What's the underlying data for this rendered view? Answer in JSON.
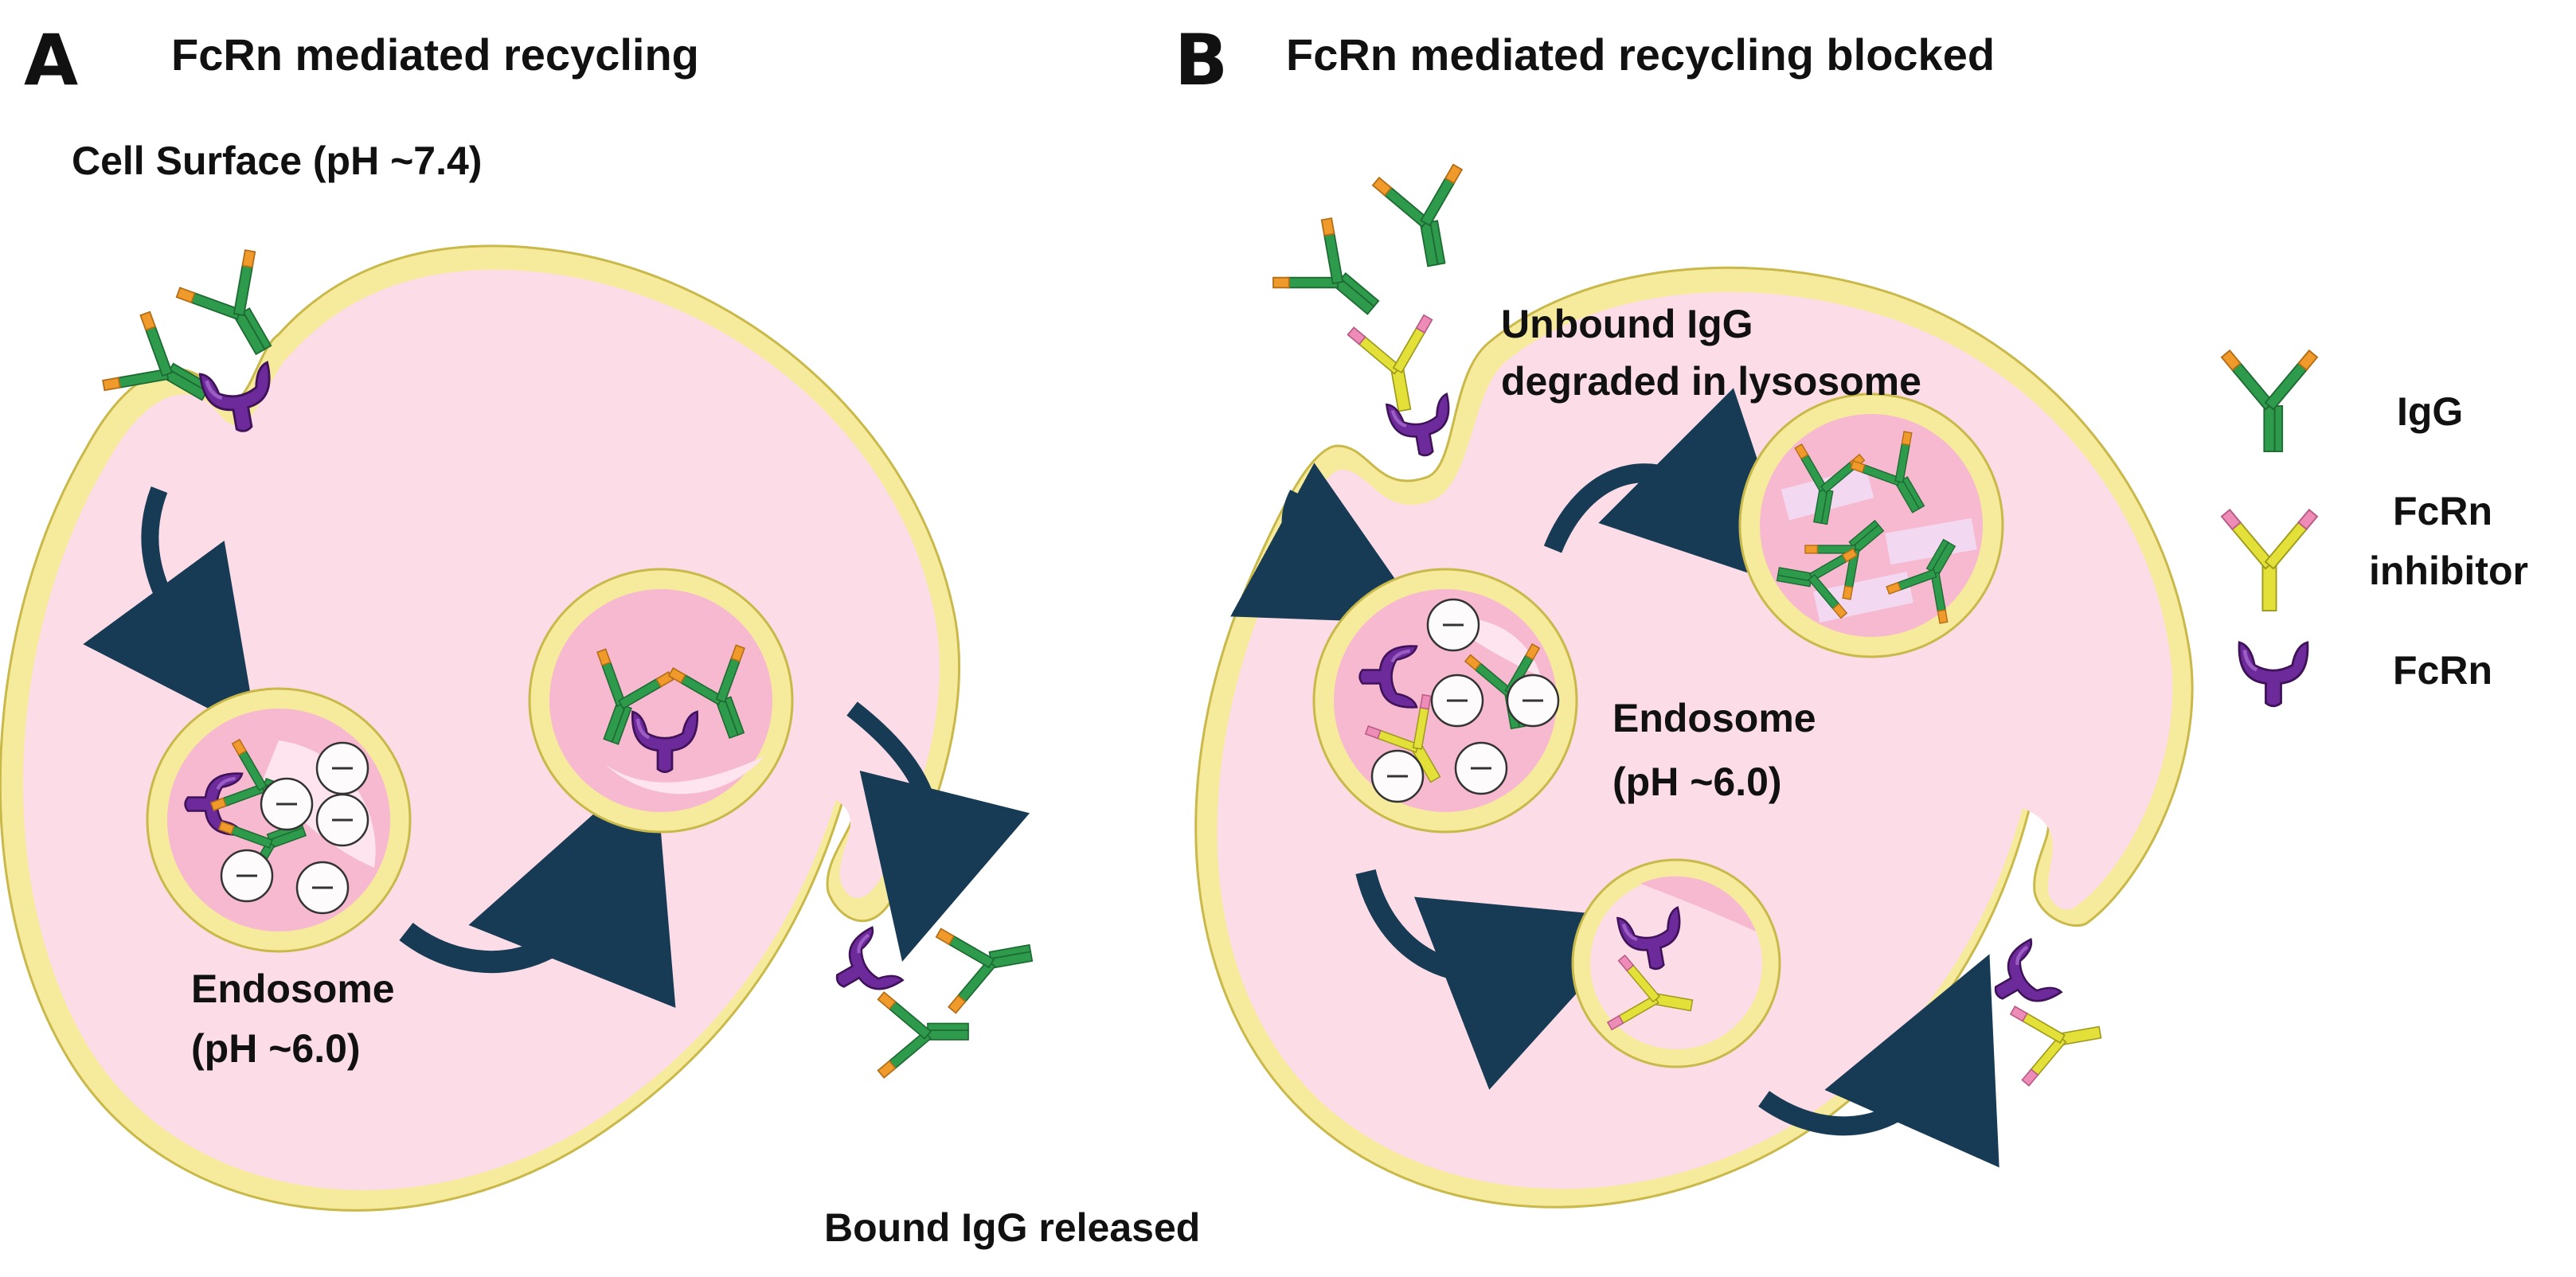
{
  "panel_a": {
    "letter": "A",
    "title": "FcRn mediated recycling",
    "cell_surface": "Cell Surface (pH ~7.4)",
    "endosome": "Endosome",
    "endosome_ph": "(pH ~6.0)",
    "released": "Bound IgG released"
  },
  "panel_b": {
    "letter": "B",
    "title": "FcRn mediated recycling blocked",
    "unbound_1": "Unbound IgG",
    "unbound_2": "degraded in lysosome",
    "endosome": "Endosome",
    "endosome_ph": "(pH ~6.0)"
  },
  "legend": {
    "igg": "IgG",
    "inhibitor_1": "FcRn",
    "inhibitor_2": "inhibitor",
    "fcrn": "FcRn"
  },
  "colors": {
    "cytoplasm": "#fcdce6",
    "membrane": "#f6eb9c",
    "membrane_edge": "#c9b84a",
    "igg_green": "#2e9a4b",
    "igg_orange": "#ef9a2b",
    "inhibitor_yellow": "#e3e03a",
    "inhibitor_pink": "#ee8cb8",
    "fcrn_purple": "#6d2a9a",
    "arrow": "#173b55",
    "vesicle_pink": "#f7b9cf"
  }
}
